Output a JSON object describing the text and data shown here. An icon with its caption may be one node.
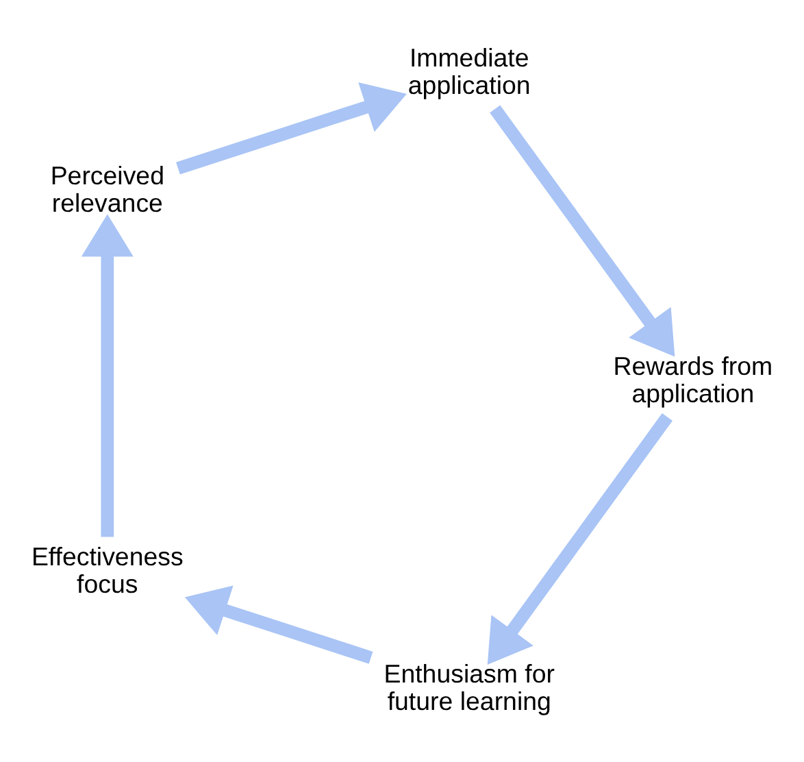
{
  "diagram": {
    "nodes": [
      {
        "text": [
          "Enthusiasm for future learning"
        ]
      },
      {
        "text": [
          "Effectiveness focus"
        ]
      },
      {
        "text": [
          "Perceived relevance"
        ]
      },
      {
        "text": [
          "Immediate application"
        ]
      },
      {
        "text": [
          "Rewards from application"
        ]
      }
    ],
    "edges": [
      {
        "from": 0,
        "to": 1,
        "arrow": "to"
      },
      {
        "from": 1,
        "to": 2,
        "arrow": "to"
      },
      {
        "from": 2,
        "to": 3,
        "arrow": "to"
      },
      {
        "from": 3,
        "to": 4,
        "arrow": "to"
      },
      {
        "from": 4,
        "to": 0,
        "arrow": "to"
      }
    ]
  }
}
